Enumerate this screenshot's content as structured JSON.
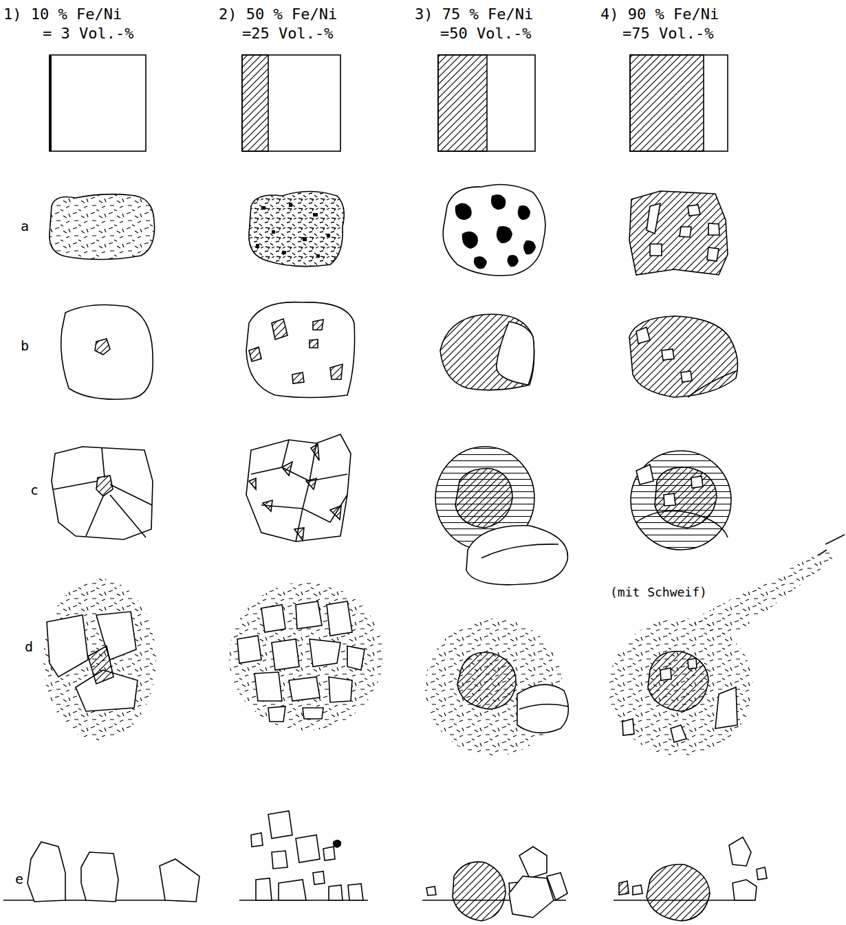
{
  "diagram": {
    "labels": [
      "1) 10 % Fe/Ni",
      "= 3 Vol.-%",
      "2) 50 % Fe/Ni",
      "=25 Vol.-%",
      "3) 75 % Fe/Ni",
      "=50 Vol.-%",
      "4) 90 % Fe/Ni",
      "=75 Vol.-%",
      "a",
      "b",
      "c",
      "d",
      "e",
      "(mit Schweif)"
    ]
  }
}
